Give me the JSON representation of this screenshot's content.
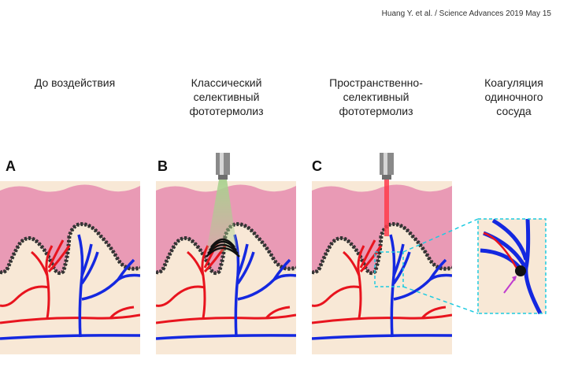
{
  "citation": "Huang Y. et al. /  Science Advances 2019 May 15",
  "panels": [
    {
      "letter": "A",
      "heading": "До воздействия"
    },
    {
      "letter": "B",
      "heading": "Классический\nселективный\nфототермолиз"
    },
    {
      "letter": "C",
      "heading": "Пространственно-\nселективный\nфототермолиз"
    },
    {
      "letter": "",
      "heading": "Коагуляция\nодиночного\nсосуда"
    }
  ],
  "colors": {
    "epidermis": "#e99ab5",
    "dermis": "#f8e8d6",
    "artery": "#e8141e",
    "vein": "#1428e0",
    "green_beam": "#a9d18e",
    "red_beam": "#ff3b4b",
    "zoom_outline": "#1ecbe1",
    "coagulation": "#c03ccf"
  },
  "icons": [
    "laser-handpiece-icon"
  ]
}
